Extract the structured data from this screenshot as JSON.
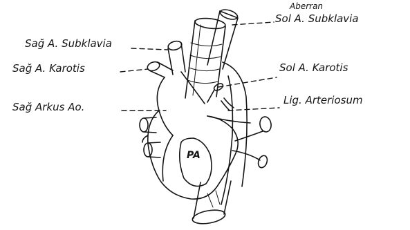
{
  "figure": {
    "background": "#ffffff",
    "ink_color": "#141414"
  },
  "labels": {
    "aberran": "Aberran",
    "sol_a_subklavia": "Sol A. Subklavia",
    "sag_a_subklavia": "Sağ A. Subklavia",
    "sag_a_karotis": "Sağ A. Karotis",
    "sol_a_karotis": "Sol A. Karotis",
    "sag_arkus_ao": "Sağ Arkus Ao.",
    "lig_arteriosum": "Lig. Arteriosum",
    "pa": "PA"
  }
}
